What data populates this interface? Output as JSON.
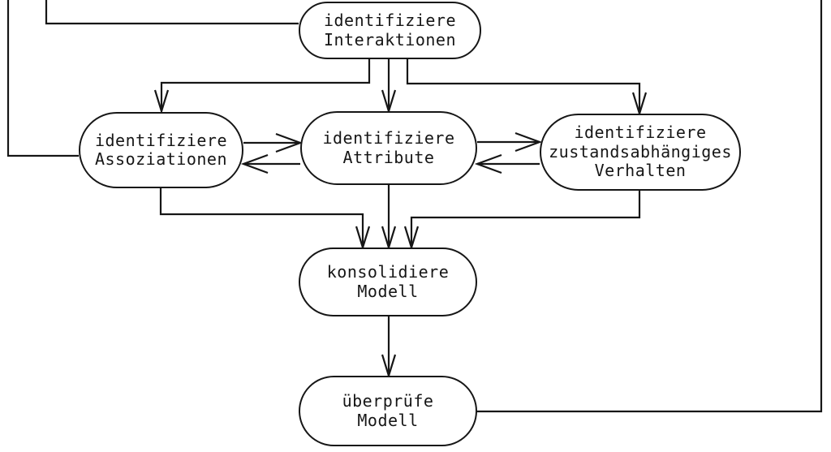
{
  "diagram": {
    "title": "Prozessdiagramm objektorientierte Analyse (cropped flowchart)",
    "background_color": "#ffffff",
    "line_color": "#161616",
    "nodes": [
      {
        "id": "identifiziere-interaktionen",
        "label": "identifiziere\nInteraktionen"
      },
      {
        "id": "identifiziere-assoziationen",
        "label": "identifiziere\nAssoziationen"
      },
      {
        "id": "identifiziere-attribute",
        "label": "identifiziere\nAttribute"
      },
      {
        "id": "identifiziere-zustandsabhaengiges-verhalten",
        "label": "identifiziere\nzustandsabhängiges\nVerhalten"
      },
      {
        "id": "konsolidiere-modell",
        "label": "konsolidiere\nModell"
      },
      {
        "id": "ueberpruefe-modell",
        "label": "überprüfe\nModell"
      }
    ],
    "edges": [
      {
        "from": "identifiziere-interaktionen",
        "to": "identifiziere-assoziationen",
        "arrow": true
      },
      {
        "from": "identifiziere-interaktionen",
        "to": "identifiziere-attribute",
        "arrow": true
      },
      {
        "from": "identifiziere-interaktionen",
        "to": "identifiziere-zustandsabhaengiges-verhalten",
        "arrow": true
      },
      {
        "from": "identifiziere-assoziationen",
        "to": "identifiziere-attribute",
        "arrow": true
      },
      {
        "from": "identifiziere-attribute",
        "to": "identifiziere-assoziationen",
        "arrow": true
      },
      {
        "from": "identifiziere-attribute",
        "to": "identifiziere-zustandsabhaengiges-verhalten",
        "arrow": true
      },
      {
        "from": "identifiziere-zustandsabhaengiges-verhalten",
        "to": "identifiziere-attribute",
        "arrow": true
      },
      {
        "from": "identifiziere-assoziationen",
        "to": "konsolidiere-modell",
        "arrow": true
      },
      {
        "from": "identifiziere-attribute",
        "to": "konsolidiere-modell",
        "arrow": true
      },
      {
        "from": "identifiziere-zustandsabhaengiges-verhalten",
        "to": "konsolidiere-modell",
        "arrow": true
      },
      {
        "from": "konsolidiere-modell",
        "to": "ueberpruefe-modell",
        "arrow": true
      },
      {
        "from": "ueberpruefe-modell",
        "to": "offscreen-top-right",
        "arrow": false,
        "note": "feedback line cropped at top edge"
      },
      {
        "from": "offscreen-top-left",
        "to": "identifiziere-interaktionen",
        "arrow": false,
        "note": "feedback line cropped at top edge"
      },
      {
        "from": "offscreen-top-left",
        "to": "identifiziere-assoziationen",
        "arrow": false,
        "note": "feedback line cropped at top edge"
      }
    ]
  }
}
